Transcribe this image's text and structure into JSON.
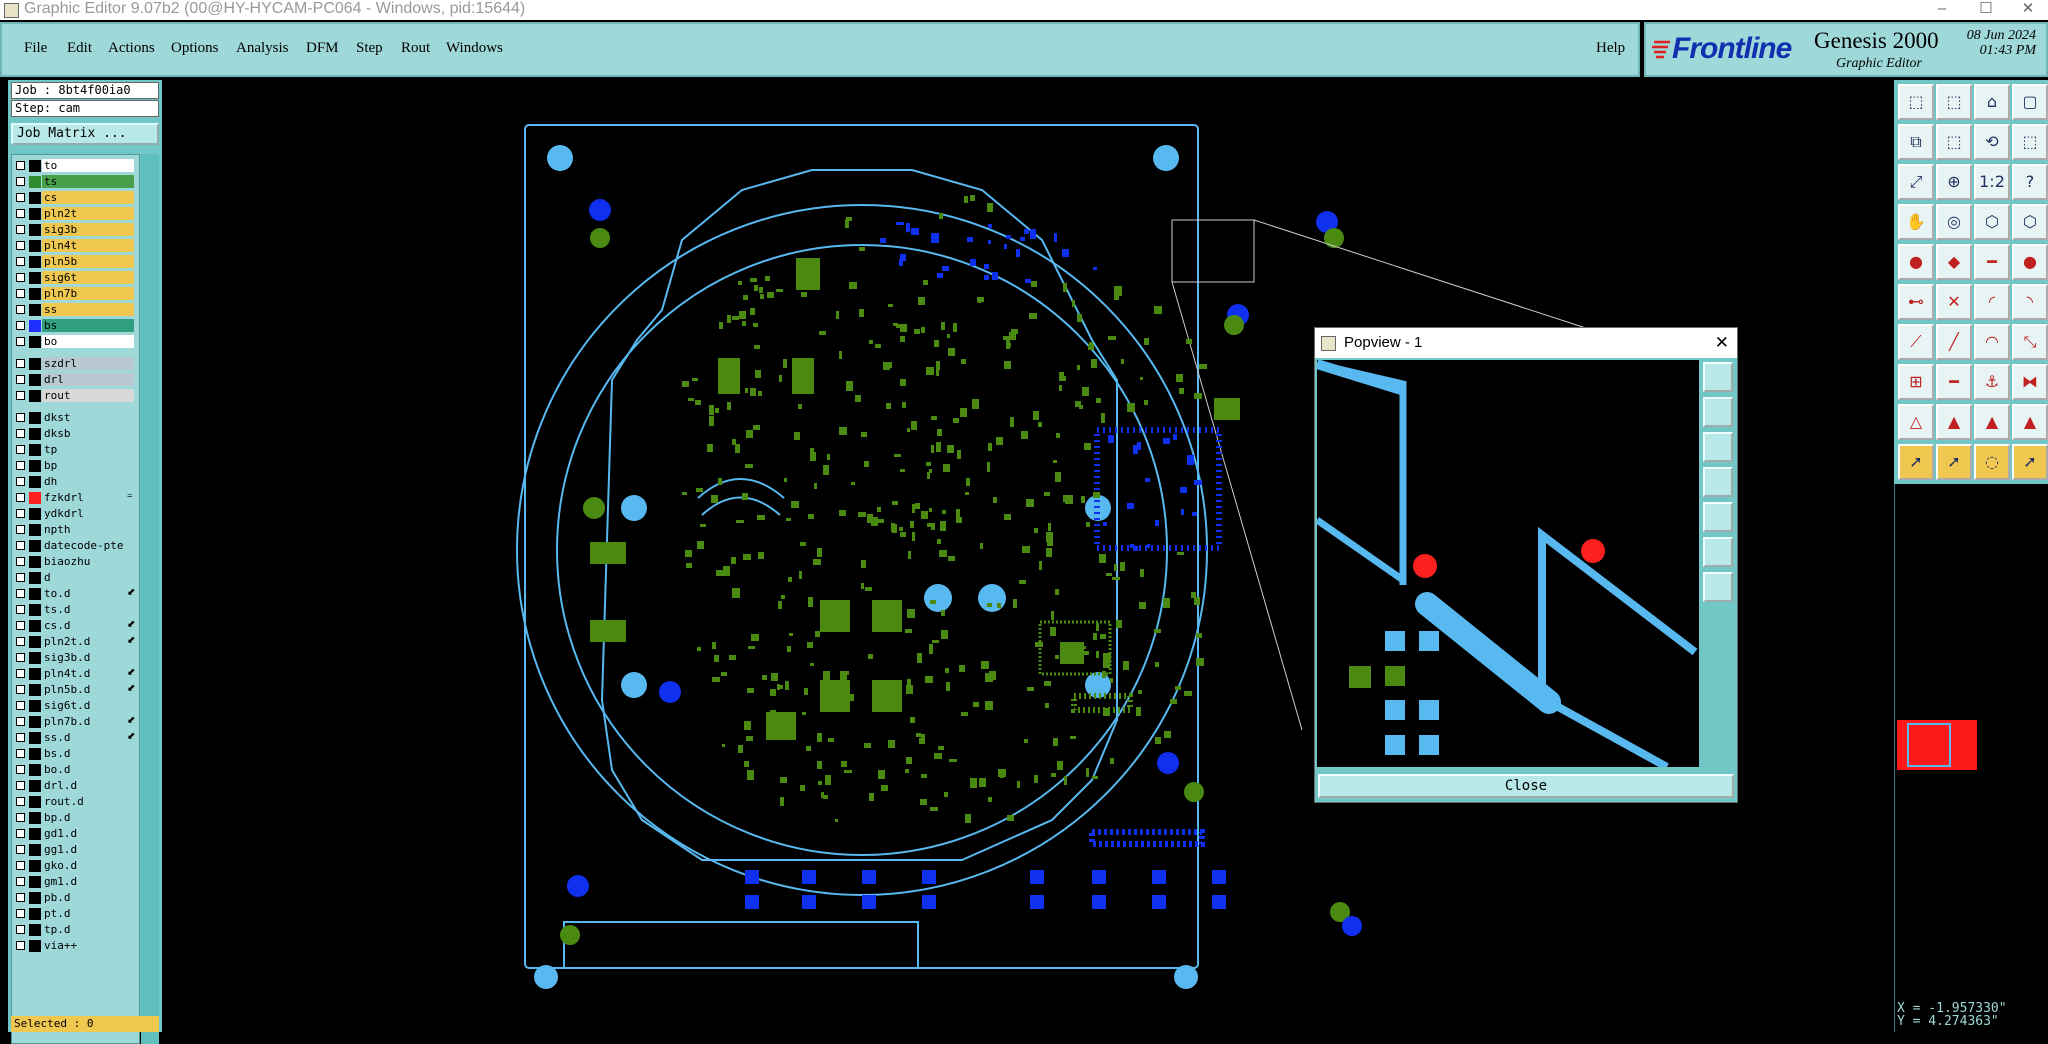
{
  "window": {
    "title": "Graphic Editor 9.07b2 (00@HY-HYCAM-PC064 - Windows, pid:15644)",
    "controls": [
      "–",
      "☐",
      "✕"
    ]
  },
  "menu": {
    "items": [
      "File",
      "Edit",
      "Actions",
      "Options",
      "Analysis",
      "DFM",
      "Step",
      "Rout",
      "Windows"
    ],
    "help": "Help"
  },
  "brand": {
    "logo_text": "Frontline",
    "product": "Genesis 2000",
    "subtitle": "Graphic Editor",
    "date": "08 Jun 2024",
    "time": "01:43 PM"
  },
  "job": {
    "job_label": "Job : 8bt4f00ia0",
    "step_label": "Step: cam",
    "matrix_button": "Job Matrix ..."
  },
  "layers": [
    {
      "name": "to",
      "color": "#ffffff",
      "swatch": "#000000"
    },
    {
      "name": "ts",
      "color": "#4aa04a",
      "swatch": "#2e8b2e"
    },
    {
      "name": "cs",
      "color": "#f0c850",
      "swatch": "#000000"
    },
    {
      "name": "pln2t",
      "color": "#f0c850",
      "swatch": "#000000"
    },
    {
      "name": "sig3b",
      "color": "#f0c850",
      "swatch": "#000000"
    },
    {
      "name": "pln4t",
      "color": "#f0c850",
      "swatch": "#000000"
    },
    {
      "name": "pln5b",
      "color": "#f0c850",
      "swatch": "#000000"
    },
    {
      "name": "sig6t",
      "color": "#f0c850",
      "swatch": "#000000"
    },
    {
      "name": "pln7b",
      "color": "#f0c850",
      "swatch": "#000000"
    },
    {
      "name": "ss",
      "color": "#f0c850",
      "swatch": "#000000"
    },
    {
      "name": "bs",
      "color": "#2f9f7f",
      "swatch": "#1f2fff"
    },
    {
      "name": "bo",
      "color": "#ffffff",
      "swatch": "#000000"
    },
    {
      "name": "szdrl",
      "color": "#b8c8d0",
      "swatch": "#000000"
    },
    {
      "name": "drl",
      "color": "#b8c8d0",
      "swatch": "#000000"
    },
    {
      "name": "rout",
      "color": "#d8d8d8",
      "swatch": "#000000"
    },
    {
      "name": "dkst",
      "color": "#9fd8d8",
      "swatch": "#000000"
    },
    {
      "name": "dksb",
      "color": "#9fd8d8",
      "swatch": "#000000"
    },
    {
      "name": "tp",
      "color": "#9fd8d8",
      "swatch": "#000000"
    },
    {
      "name": "bp",
      "color": "#9fd8d8",
      "swatch": "#000000"
    },
    {
      "name": "dh",
      "color": "#9fd8d8",
      "swatch": "#000000"
    },
    {
      "name": "fzkdrl",
      "color": "#9fd8d8",
      "swatch": "#ff2020",
      "mark": "="
    },
    {
      "name": "ydkdrl",
      "color": "#9fd8d8",
      "swatch": "#000000"
    },
    {
      "name": "npth",
      "color": "#9fd8d8",
      "swatch": "#000000"
    },
    {
      "name": "datecode-pte",
      "color": "#9fd8d8",
      "swatch": "#000000"
    },
    {
      "name": "biaozhu",
      "color": "#9fd8d8",
      "swatch": "#000000"
    },
    {
      "name": "d",
      "color": "#9fd8d8",
      "swatch": "#000000"
    },
    {
      "name": "to.d",
      "color": "#9fd8d8",
      "swatch": "#000000",
      "mark": "⬋"
    },
    {
      "name": "ts.d",
      "color": "#9fd8d8",
      "swatch": "#000000"
    },
    {
      "name": "cs.d",
      "color": "#9fd8d8",
      "swatch": "#000000",
      "mark": "⬋"
    },
    {
      "name": "pln2t.d",
      "color": "#9fd8d8",
      "swatch": "#000000",
      "mark": "⬋"
    },
    {
      "name": "sig3b.d",
      "color": "#9fd8d8",
      "swatch": "#000000"
    },
    {
      "name": "pln4t.d",
      "color": "#9fd8d8",
      "swatch": "#000000",
      "mark": "⬋"
    },
    {
      "name": "pln5b.d",
      "color": "#9fd8d8",
      "swatch": "#000000",
      "mark": "⬋"
    },
    {
      "name": "sig6t.d",
      "color": "#9fd8d8",
      "swatch": "#000000"
    },
    {
      "name": "pln7b.d",
      "color": "#9fd8d8",
      "swatch": "#000000",
      "mark": "⬋"
    },
    {
      "name": "ss.d",
      "color": "#9fd8d8",
      "swatch": "#000000",
      "mark": "⬋"
    },
    {
      "name": "bs.d",
      "color": "#9fd8d8",
      "swatch": "#000000"
    },
    {
      "name": "bo.d",
      "color": "#9fd8d8",
      "swatch": "#000000"
    },
    {
      "name": "drl.d",
      "color": "#9fd8d8",
      "swatch": "#000000"
    },
    {
      "name": "rout.d",
      "color": "#9fd8d8",
      "swatch": "#000000"
    },
    {
      "name": "bp.d",
      "color": "#9fd8d8",
      "swatch": "#000000"
    },
    {
      "name": "gd1.d",
      "color": "#9fd8d8",
      "swatch": "#000000"
    },
    {
      "name": "gg1.d",
      "color": "#9fd8d8",
      "swatch": "#000000"
    },
    {
      "name": "gko.d",
      "color": "#9fd8d8",
      "swatch": "#000000"
    },
    {
      "name": "gm1.d",
      "color": "#9fd8d8",
      "swatch": "#000000"
    },
    {
      "name": "pb.d",
      "color": "#9fd8d8",
      "swatch": "#000000"
    },
    {
      "name": "pt.d",
      "color": "#9fd8d8",
      "swatch": "#000000"
    },
    {
      "name": "tp.d",
      "color": "#9fd8d8",
      "swatch": "#000000"
    },
    {
      "name": "via++",
      "color": "#9fd8d8",
      "swatch": "#000000"
    }
  ],
  "status": {
    "selected": "Selected : 0",
    "x": "X = -1.957330\"",
    "y": "Y = 4.274363\""
  },
  "popview": {
    "title": "Popview - 1",
    "close_label": "Close",
    "close_x": "✕"
  },
  "colors": {
    "outline": "#58b8f0",
    "copper_top": "#4a8a10",
    "copper_bottom": "#1030f0",
    "hole": "#58b8f0",
    "marker": "#ff2020",
    "panel": "#9fd8d8"
  },
  "tool_icons": [
    "feature-add-icon",
    "feature-move-icon",
    "home-icon",
    "window-icon",
    "copy-icon",
    "drag-icon",
    "mirror-icon",
    "snap-icon",
    "fit-icon",
    "center-icon",
    "ratio-icon",
    "help-icon",
    "hand-icon",
    "target-icon",
    "net-icon",
    "net-alt-icon",
    "pad-icon",
    "polygon-icon",
    "line-icon",
    "circle-icon",
    "node-icon",
    "cross-icon",
    "arc-icon",
    "arc-alt-icon",
    "slope-icon",
    "diagonal-icon",
    "curve-icon",
    "measure-icon",
    "snap-grid-icon",
    "minus-icon",
    "anchor-icon",
    "link-icon",
    "triangle-icon",
    "triangle-a-icon",
    "triangle-b-icon",
    "triangle-c-icon",
    "select-arrow-icon",
    "pick-arrow-icon",
    "lasso-icon",
    "multi-select-icon"
  ]
}
